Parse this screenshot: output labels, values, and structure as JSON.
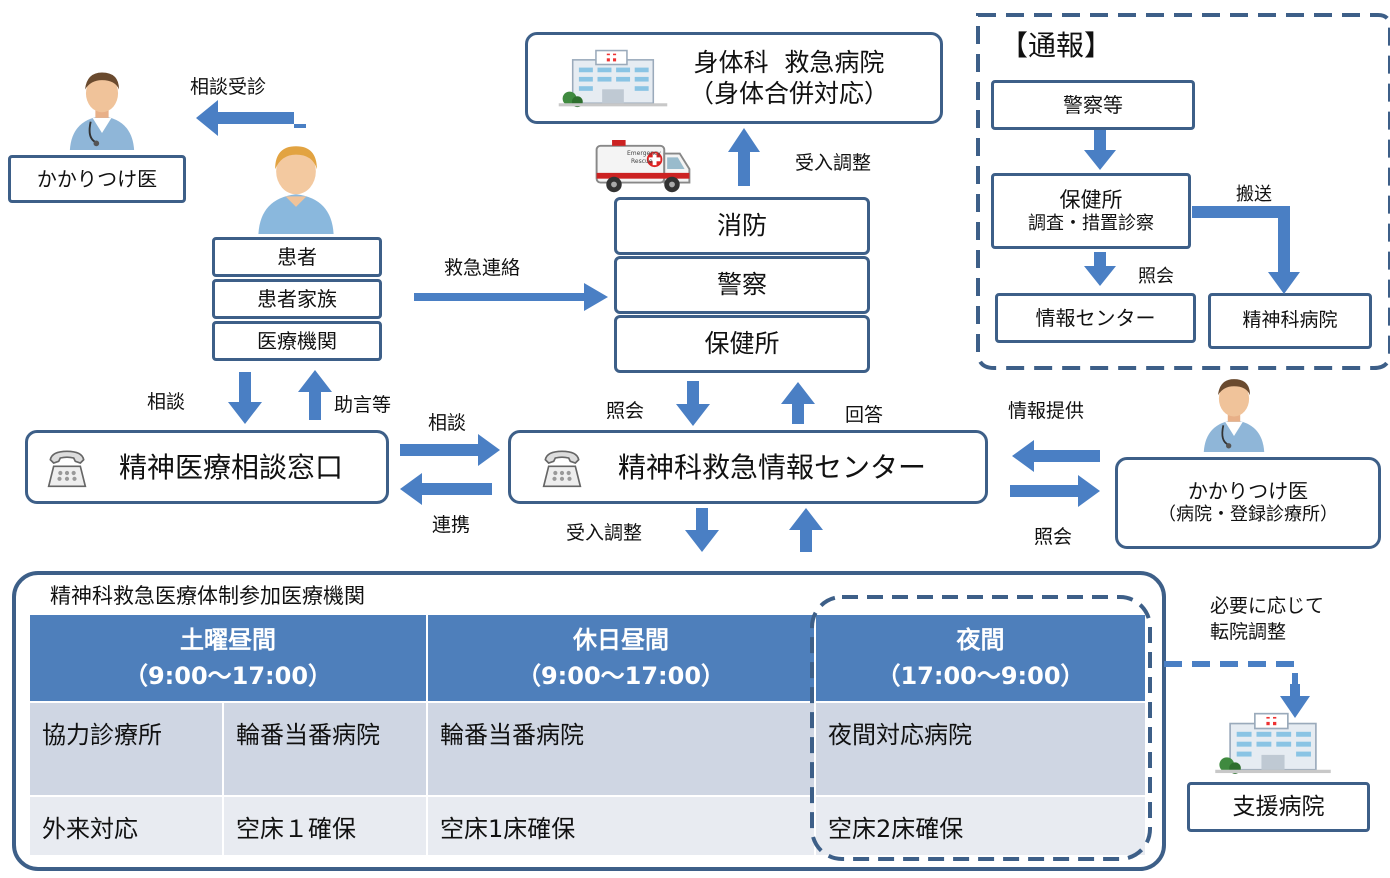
{
  "tsuho": {
    "title": "【通報】",
    "police": "警察等",
    "hokenjo_line1": "保健所",
    "hokenjo_line2": "調査・措置診察",
    "hansou": "搬送",
    "shokai": "照会",
    "info_center": "情報センター",
    "psych_hospital": "精神科病院"
  },
  "emergency_hospital": {
    "line1": "身体科  救急病院",
    "line2": "（身体合併対応）"
  },
  "ambulance": {
    "text1": "Emergency",
    "text2": "Rescue"
  },
  "hospital_sign": "HOSPITAL",
  "ukeire_top": "受入調整",
  "responders": {
    "fire": "消防",
    "police": "警察",
    "hokenjo": "保健所"
  },
  "kyukyu_renraku": "救急連絡",
  "kakaritsuke_left": "かかりつけ医",
  "soudan_jushin": "相談受診",
  "patient": {
    "p1": "患者",
    "p2": "患者家族",
    "p3": "医療機関"
  },
  "soudan_left": "相談",
  "jogen": "助言等",
  "consult_window": "精神医療相談窓口",
  "soudan_mid": "相談",
  "renkei": "連携",
  "center": "精神科救急情報センター",
  "shokai_mid": "照会",
  "kaitou": "回答",
  "ukeire_bottom": "受入調整",
  "joho_teikyo": "情報提供",
  "kakaritsuke_right": {
    "line1": "かかりつけ医",
    "line2": "（病院・登録診療所）"
  },
  "shokai_right": "照会",
  "hitsuyo": {
    "line1": "必要に応じて",
    "line2": "転院調整"
  },
  "shien": "支援病院",
  "participants": {
    "title": "精神科救急医療体制参加医療機関",
    "headers": [
      {
        "name": "土曜昼間",
        "time": "（9:00～17:00）"
      },
      {
        "name": "休日昼間",
        "time": "（9:00～17:00）"
      },
      {
        "name": "夜間",
        "time": "（17:00～9:00）"
      }
    ],
    "row1": [
      "協力診療所",
      "輪番当番病院",
      "輪番当番病院",
      "夜間対応病院"
    ],
    "row2": [
      "外来対応",
      "空床１確保",
      "空床1床確保",
      "空床2床確保"
    ]
  },
  "colors": {
    "border": "#3d5f88",
    "arrow": "#4a7fc4",
    "header": "#4e7fbb"
  }
}
